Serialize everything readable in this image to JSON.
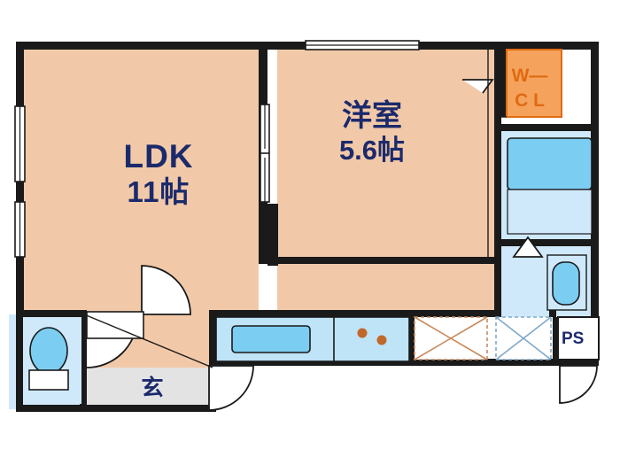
{
  "plan": {
    "type": "floor-plan",
    "title": "",
    "rooms": [
      {
        "id": "ldk",
        "name": "LDK",
        "size": "11帖"
      },
      {
        "id": "washitsu",
        "name": "洋室",
        "size": "5.6帖"
      },
      {
        "id": "wcl",
        "name": "W–\nC L",
        "line1": "W—",
        "line2": "C L"
      },
      {
        "id": "genkan",
        "name": "玄"
      },
      {
        "id": "ps",
        "name": "PS"
      }
    ],
    "colors": {
      "wall": "#1a1a1a",
      "floor_living": "#f2c9a8",
      "floor_wet": "#cfe9fb",
      "fixture_blue": "#6fc9f0",
      "text_navy": "#1b2a6b",
      "text_orange": "#e06a12",
      "wcl_fill": "#f5a35c",
      "hatch": "#d89a6a",
      "white": "#ffffff"
    }
  }
}
